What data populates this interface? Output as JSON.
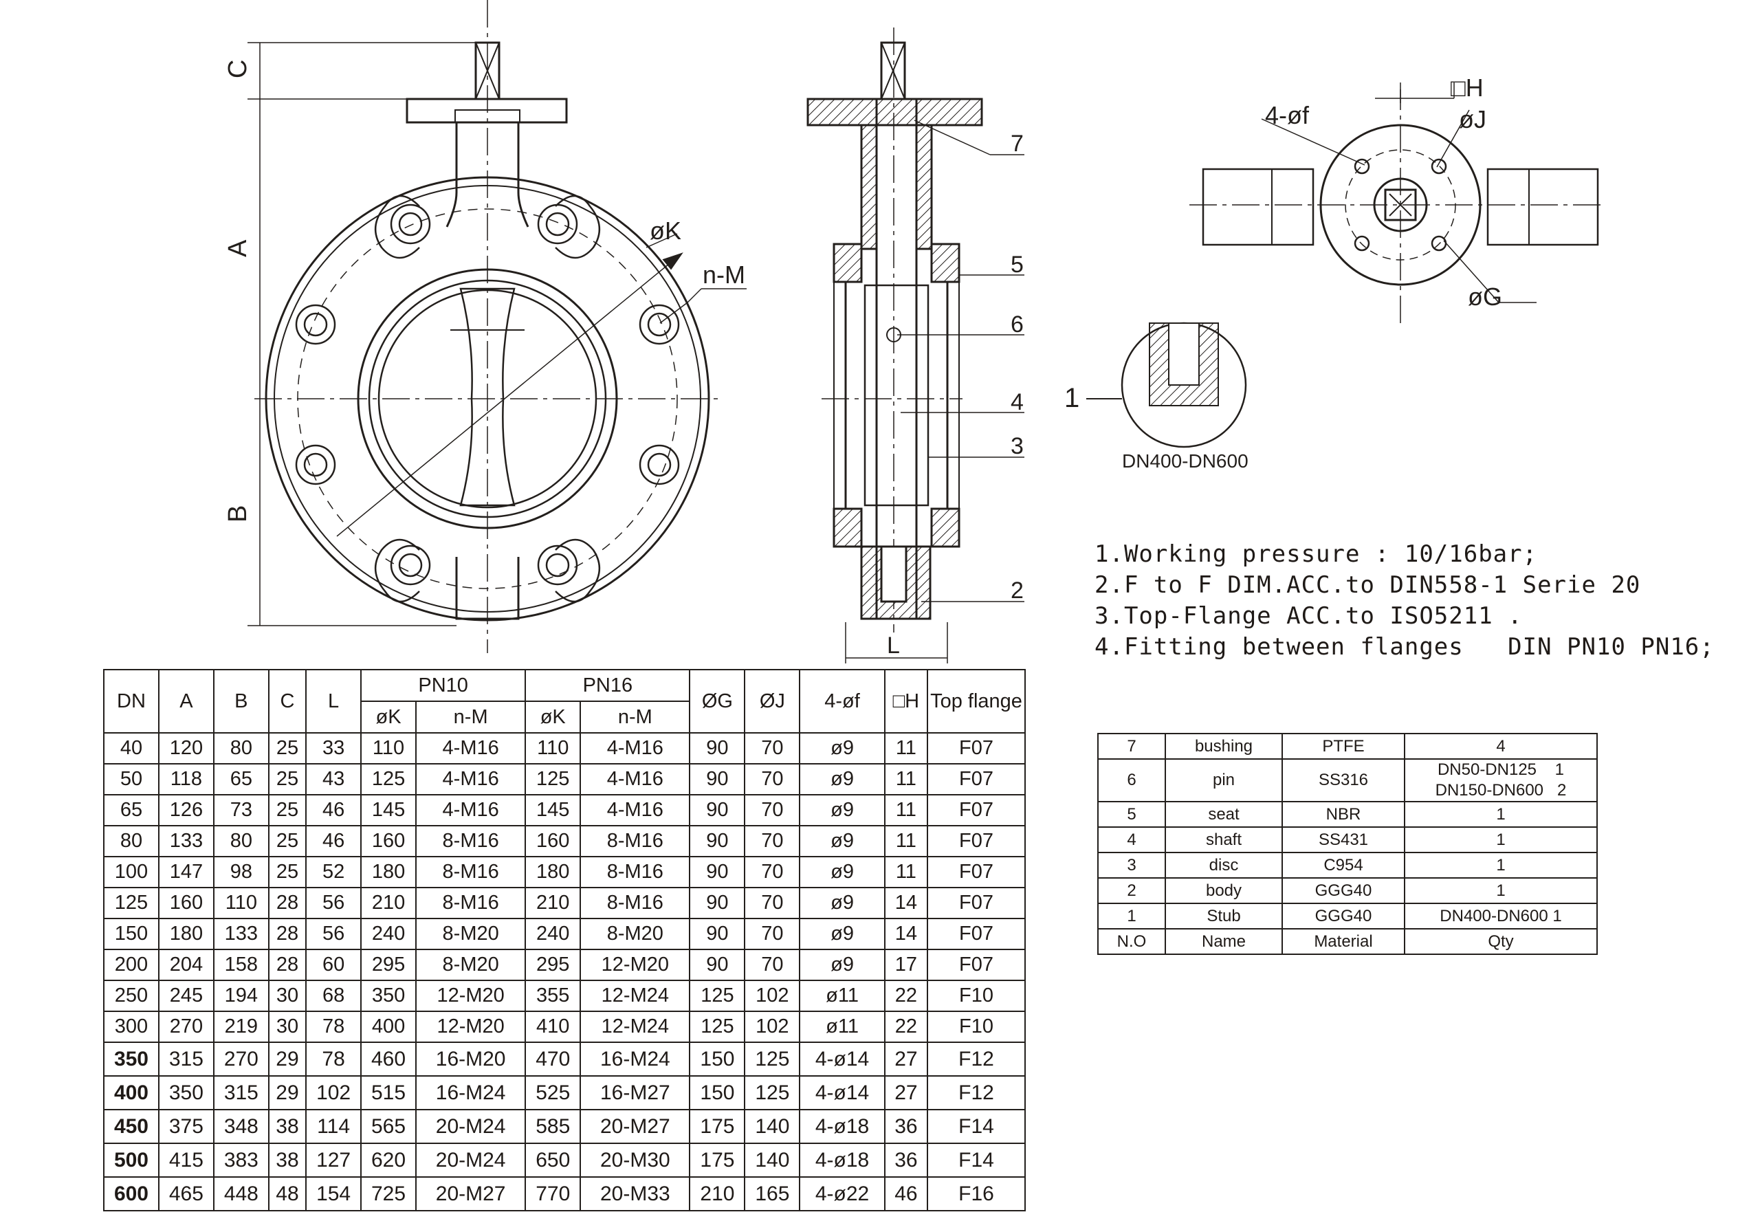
{
  "callouts": {
    "dims": [
      "C",
      "A",
      "B",
      "øK",
      "n-M",
      "L",
      "□H",
      "4-øf",
      "øJ",
      "øG"
    ],
    "part_numbers": [
      "7",
      "5",
      "6",
      "4",
      "3",
      "2",
      "1"
    ],
    "detail_label": "DN400-DN600"
  },
  "notes": [
    "1.Working pressure : 10/16bar;",
    "2.F to F DIM.ACC.to DIN558-1 Serie 20",
    "3.Top-Flange ACC.to ISO5211 .",
    "4.Fitting between flanges   DIN PN10 PN16;"
  ],
  "dim_table": {
    "header": {
      "dn": "DN",
      "a": "A",
      "b": "B",
      "c": "C",
      "l": "L",
      "pn10": "PN10",
      "pn16": "PN16",
      "k": "øK",
      "nm": "n-M",
      "g": "ØG",
      "j": "ØJ",
      "f": "4-øf",
      "h": "□H",
      "top": "Top flange"
    },
    "rows": [
      [
        "40",
        "120",
        "80",
        "25",
        "33",
        "110",
        "4-M16",
        "110",
        "4-M16",
        "90",
        "70",
        "ø9",
        "11",
        "F07"
      ],
      [
        "50",
        "118",
        "65",
        "25",
        "43",
        "125",
        "4-M16",
        "125",
        "4-M16",
        "90",
        "70",
        "ø9",
        "11",
        "F07"
      ],
      [
        "65",
        "126",
        "73",
        "25",
        "46",
        "145",
        "4-M16",
        "145",
        "4-M16",
        "90",
        "70",
        "ø9",
        "11",
        "F07"
      ],
      [
        "80",
        "133",
        "80",
        "25",
        "46",
        "160",
        "8-M16",
        "160",
        "8-M16",
        "90",
        "70",
        "ø9",
        "11",
        "F07"
      ],
      [
        "100",
        "147",
        "98",
        "25",
        "52",
        "180",
        "8-M16",
        "180",
        "8-M16",
        "90",
        "70",
        "ø9",
        "11",
        "F07"
      ],
      [
        "125",
        "160",
        "110",
        "28",
        "56",
        "210",
        "8-M16",
        "210",
        "8-M16",
        "90",
        "70",
        "ø9",
        "14",
        "F07"
      ],
      [
        "150",
        "180",
        "133",
        "28",
        "56",
        "240",
        "8-M20",
        "240",
        "8-M20",
        "90",
        "70",
        "ø9",
        "14",
        "F07"
      ],
      [
        "200",
        "204",
        "158",
        "28",
        "60",
        "295",
        "8-M20",
        "295",
        "12-M20",
        "90",
        "70",
        "ø9",
        "17",
        "F07"
      ],
      [
        "250",
        "245",
        "194",
        "30",
        "68",
        "350",
        "12-M20",
        "355",
        "12-M24",
        "125",
        "102",
        "ø11",
        "22",
        "F10"
      ],
      [
        "300",
        "270",
        "219",
        "30",
        "78",
        "400",
        "12-M20",
        "410",
        "12-M24",
        "125",
        "102",
        "ø11",
        "22",
        "F10"
      ],
      [
        "350",
        "315",
        "270",
        "29",
        "78",
        "460",
        "16-M20",
        "470",
        "16-M24",
        "150",
        "125",
        "4-ø14",
        "27",
        "F12"
      ],
      [
        "400",
        "350",
        "315",
        "29",
        "102",
        "515",
        "16-M24",
        "525",
        "16-M27",
        "150",
        "125",
        "4-ø14",
        "27",
        "F12"
      ],
      [
        "450",
        "375",
        "348",
        "38",
        "114",
        "565",
        "20-M24",
        "585",
        "20-M27",
        "175",
        "140",
        "4-ø18",
        "36",
        "F14"
      ],
      [
        "500",
        "415",
        "383",
        "38",
        "127",
        "620",
        "20-M24",
        "650",
        "20-M30",
        "175",
        "140",
        "4-ø18",
        "36",
        "F14"
      ],
      [
        "600",
        "465",
        "448",
        "48",
        "154",
        "725",
        "20-M27",
        "770",
        "20-M33",
        "210",
        "165",
        "4-ø22",
        "46",
        "F16"
      ]
    ]
  },
  "parts_table": {
    "rows": [
      {
        "no": "7",
        "name": "bushing",
        "material": "PTFE",
        "qty": "4"
      },
      {
        "no": "6",
        "name": "pin",
        "material": "SS316",
        "qty": "DN50-DN125    1\nDN150-DN600   2"
      },
      {
        "no": "5",
        "name": "seat",
        "material": "NBR",
        "qty": "1"
      },
      {
        "no": "4",
        "name": "shaft",
        "material": "SS431",
        "qty": "1"
      },
      {
        "no": "3",
        "name": "disc",
        "material": "C954",
        "qty": "1"
      },
      {
        "no": "2",
        "name": "body",
        "material": "GGG40",
        "qty": "1"
      },
      {
        "no": "1",
        "name": "Stub",
        "material": "GGG40",
        "qty": "DN400-DN600    1"
      }
    ],
    "header": {
      "no": "N.O",
      "name": "Name",
      "material": "Material",
      "qty": "Qty"
    }
  }
}
